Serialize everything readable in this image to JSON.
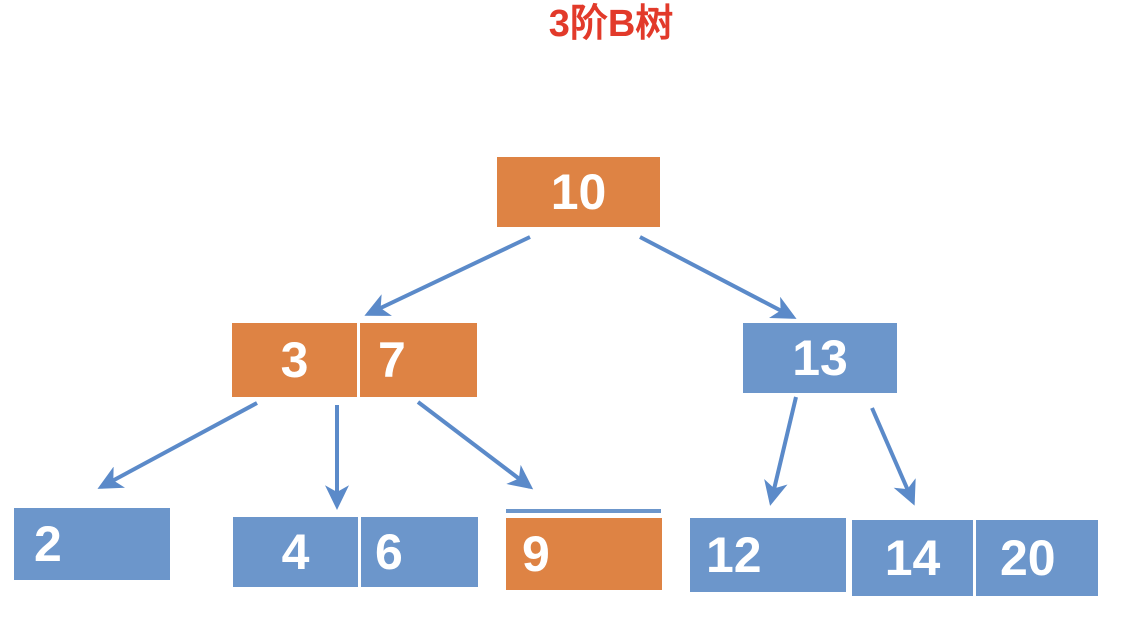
{
  "title": "3阶B树",
  "colors": {
    "orange": "#DE8344",
    "blue": "#6C96CB",
    "arrow_blue": "#5B8AC9",
    "title_red": "#E23A2A",
    "key_text": "#FFFFFF"
  },
  "nodes": {
    "root": {
      "keys": [
        "10"
      ],
      "color": "orange"
    },
    "internal_left": {
      "keys": [
        "3",
        "7"
      ],
      "color": "orange"
    },
    "internal_right": {
      "keys": [
        "13"
      ],
      "color": "blue"
    },
    "leaf_1": {
      "keys": [
        "2"
      ],
      "color": "blue"
    },
    "leaf_2": {
      "keys": [
        "4",
        "6"
      ],
      "color": "blue"
    },
    "leaf_3": {
      "keys": [
        "9"
      ],
      "color": "orange",
      "top_bar": true
    },
    "leaf_4": {
      "keys": [
        "12"
      ],
      "color": "blue"
    },
    "leaf_5": {
      "keys": [
        "14",
        "20"
      ],
      "color": "blue"
    }
  },
  "edges": [
    {
      "from": "root",
      "to": "internal_left"
    },
    {
      "from": "root",
      "to": "internal_right"
    },
    {
      "from": "internal_left",
      "to": "leaf_1"
    },
    {
      "from": "internal_left",
      "to": "leaf_2"
    },
    {
      "from": "internal_left",
      "to": "leaf_3"
    },
    {
      "from": "internal_right",
      "to": "leaf_4"
    },
    {
      "from": "internal_right",
      "to": "leaf_5"
    }
  ]
}
